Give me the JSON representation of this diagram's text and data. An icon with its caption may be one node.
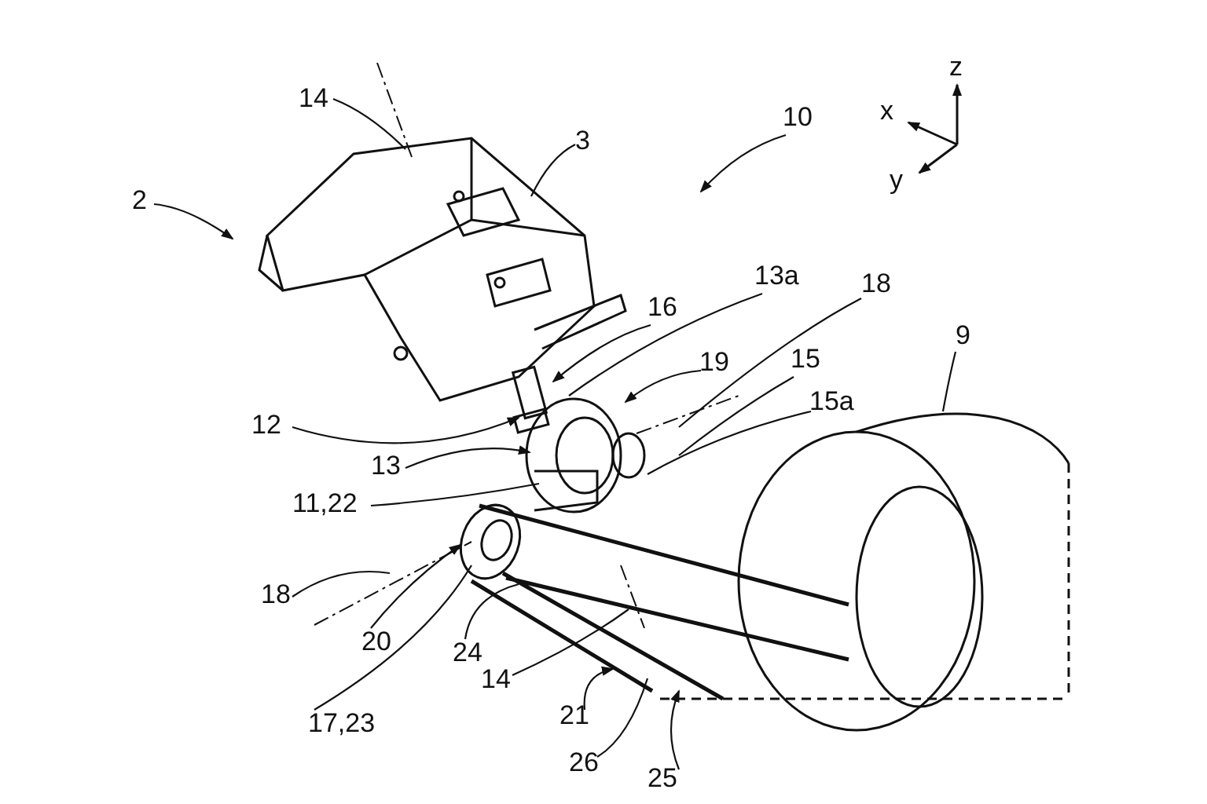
{
  "diagram": {
    "nodes": [
      {
        "text": [
          "14"
        ]
      },
      {
        "text": [
          "2"
        ]
      },
      {
        "text": [
          "10"
        ]
      },
      {
        "text": [
          "3"
        ]
      },
      {
        "text": [
          "13a"
        ]
      },
      {
        "text": [
          "18"
        ]
      },
      {
        "text": [
          "16"
        ]
      },
      {
        "text": [
          "19"
        ]
      },
      {
        "text": [
          "15"
        ]
      },
      {
        "text": [
          "15a"
        ]
      },
      {
        "text": [
          "9"
        ]
      },
      {
        "text": [
          "12"
        ]
      },
      {
        "text": [
          "13"
        ]
      },
      {
        "text": [
          "11,22"
        ]
      },
      {
        "text": [
          "18"
        ]
      },
      {
        "text": [
          "20"
        ]
      },
      {
        "text": [
          "24"
        ]
      },
      {
        "text": [
          "14"
        ]
      },
      {
        "text": [
          "21"
        ]
      },
      {
        "text": [
          "17,23"
        ]
      },
      {
        "text": [
          "26"
        ]
      },
      {
        "text": [
          "25"
        ]
      }
    ],
    "edges": [
      {
        "from": 0,
        "to": null,
        "arrow": "none"
      },
      {
        "from": 1,
        "to": null,
        "arrow": "to"
      },
      {
        "from": 2,
        "to": null,
        "arrow": "to"
      },
      {
        "from": 3,
        "to": null,
        "arrow": "none"
      },
      {
        "from": 4,
        "to": null,
        "arrow": "none"
      },
      {
        "from": 5,
        "to": null,
        "arrow": "none"
      },
      {
        "from": 6,
        "to": null,
        "arrow": "to"
      },
      {
        "from": 7,
        "to": null,
        "arrow": "to"
      },
      {
        "from": 8,
        "to": null,
        "arrow": "none"
      },
      {
        "from": 9,
        "to": null,
        "arrow": "none"
      },
      {
        "from": 10,
        "to": null,
        "arrow": "none"
      },
      {
        "from": 11,
        "to": null,
        "arrow": "to"
      },
      {
        "from": 12,
        "to": null,
        "arrow": "to"
      },
      {
        "from": 13,
        "to": null,
        "arrow": "none"
      },
      {
        "from": 14,
        "to": null,
        "arrow": "none"
      },
      {
        "from": 15,
        "to": null,
        "arrow": "to"
      },
      {
        "from": 16,
        "to": null,
        "arrow": "none"
      },
      {
        "from": 17,
        "to": null,
        "arrow": "none"
      },
      {
        "from": 18,
        "to": null,
        "arrow": "to"
      },
      {
        "from": 19,
        "to": null,
        "arrow": "none"
      },
      {
        "from": 20,
        "to": null,
        "arrow": "none"
      },
      {
        "from": 21,
        "to": null,
        "arrow": "to"
      }
    ],
    "labels": [
      "z",
      "x",
      "y"
    ]
  }
}
